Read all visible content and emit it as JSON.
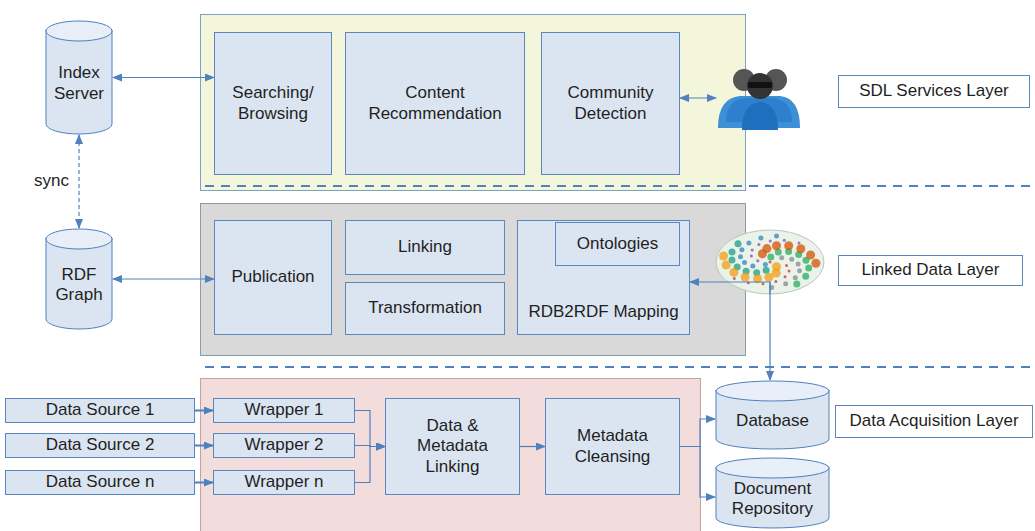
{
  "diagram": {
    "nodes": [
      {
        "text": [
          "Index Server"
        ]
      },
      {
        "text": [
          "Searching/ Browsing"
        ]
      },
      {
        "text": [
          "Content Recommendation"
        ]
      },
      {
        "text": [
          "Community Detection"
        ]
      },
      {
        "text": [
          "SDL Services Layer"
        ]
      },
      {
        "text": [
          "RDF Graph"
        ]
      },
      {
        "text": [
          "Publication"
        ]
      },
      {
        "text": [
          "Linking"
        ]
      },
      {
        "text": [
          "Transformation"
        ]
      },
      {
        "text": [
          "RDB2RDF Mapping"
        ]
      },
      {
        "text": [
          "Ontologies"
        ],
        "in": 9
      },
      {
        "text": [
          "Linked Data Layer"
        ]
      },
      {
        "text": [
          "Data Source 1"
        ]
      },
      {
        "text": [
          "Data Source 2"
        ]
      },
      {
        "text": [
          "Data Source n"
        ]
      },
      {
        "text": [
          "Wrapper 1"
        ]
      },
      {
        "text": [
          "Wrapper 2"
        ]
      },
      {
        "text": [
          "Wrapper n"
        ]
      },
      {
        "text": [
          "Data & Metadata Linking"
        ]
      },
      {
        "text": [
          "Metadata Cleansing"
        ]
      },
      {
        "text": [
          "Database"
        ]
      },
      {
        "text": [
          "Document Repository"
        ]
      },
      {
        "text": [
          "Data Acquisition Layer"
        ]
      }
    ],
    "edges": [
      {
        "from": 0,
        "to": 1,
        "arrow": "both"
      },
      {
        "from": 0,
        "to": 5,
        "label": "sync",
        "arrow": "both"
      },
      {
        "from": 5,
        "to": 6,
        "arrow": "both"
      },
      {
        "from": 12,
        "to": 15,
        "arrow": "to"
      },
      {
        "from": 13,
        "to": 16,
        "arrow": "to"
      },
      {
        "from": 14,
        "to": 17,
        "arrow": "to"
      },
      {
        "from": 15,
        "to": 18,
        "arrow": "to"
      },
      {
        "from": 16,
        "to": 18,
        "arrow": "to"
      },
      {
        "from": 17,
        "to": 18,
        "arrow": "to"
      },
      {
        "from": 18,
        "to": 19,
        "arrow": "to"
      },
      {
        "from": 19,
        "to": 20,
        "arrow": "to"
      },
      {
        "from": 19,
        "to": 21,
        "arrow": "to"
      },
      {
        "from": 9,
        "to": 20,
        "arrow": "both"
      }
    ]
  }
}
